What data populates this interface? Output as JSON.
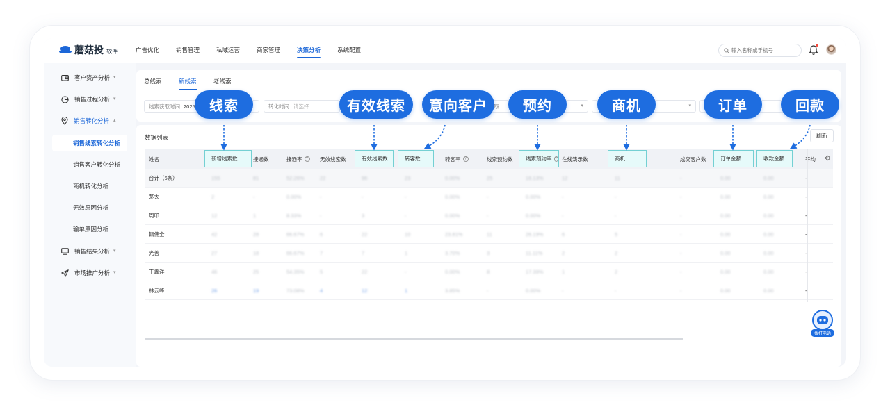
{
  "header": {
    "logo_name": "蘑菇投",
    "logo_sub": "软件",
    "nav": [
      "广告优化",
      "销售管理",
      "私域运营",
      "商家管理",
      "决策分析",
      "系统配置"
    ],
    "search_placeholder": "输入名称或手机号"
  },
  "sidebar": {
    "groups": [
      {
        "label": "客户资产分析",
        "icon": "wallet-icon"
      },
      {
        "label": "销售过程分析",
        "icon": "pie-chart-icon"
      },
      {
        "label": "销售转化分析",
        "icon": "location-pin-icon"
      },
      {
        "label": "销售结果分析",
        "icon": "monitor-icon"
      },
      {
        "label": "市场推广分析",
        "icon": "send-icon"
      }
    ],
    "subitems": [
      "销售线索转化分析",
      "销售客户转化分析",
      "商机转化分析",
      "无效原因分析",
      "输单原因分析"
    ]
  },
  "tabs": [
    "总线索",
    "新线索",
    "老线索"
  ],
  "filters": {
    "f1_label": "线索获取时间",
    "f1_value": "2025",
    "f2_label": "转化时间",
    "f2_placeholder": "请选择",
    "f3_label": "获取"
  },
  "list": {
    "title": "数据列表",
    "refresh": "刷新",
    "columns": [
      "姓名",
      "新增线索数",
      "接通数",
      "接通率",
      "无效线索数",
      "有效线索数",
      "转客数",
      "转客率",
      "线索预约数",
      "线索预约率",
      "在线演示数",
      "商机",
      "成交客户数",
      "订单金额",
      "收款金额",
      "平均"
    ],
    "rows": [
      {
        "name": "合计（6条）",
        "cells": [
          "155",
          "81",
          "52.26%",
          "22",
          "96",
          "23",
          "0.00%",
          "25",
          "16.13%",
          "12",
          "11",
          "-",
          "0.00",
          "0.00",
          "-"
        ]
      },
      {
        "name": "茅太",
        "cells": [
          "2",
          "-",
          "0.00%",
          "-",
          "-",
          "-",
          "0.00%",
          "-",
          "0.00%",
          "-",
          "-",
          "-",
          "0.00",
          "0.00",
          "-"
        ]
      },
      {
        "name": "周印",
        "cells": [
          "12",
          "1",
          "8.33%",
          "-",
          "3",
          "-",
          "0.00%",
          "-",
          "0.00%",
          "-",
          "-",
          "-",
          "0.00",
          "0.00",
          "-"
        ]
      },
      {
        "name": "籍伟全",
        "cells": [
          "42",
          "28",
          "66.67%",
          "6",
          "22",
          "10",
          "23.81%",
          "11",
          "26.19%",
          "6",
          "5",
          "-",
          "0.00",
          "0.00",
          "-"
        ]
      },
      {
        "name": "光善",
        "cells": [
          "27",
          "18",
          "66.67%",
          "7",
          "7",
          "1",
          "3.70%",
          "3",
          "11.11%",
          "2",
          "2",
          "-",
          "0.00",
          "0.00",
          "-"
        ]
      },
      {
        "name": "王鑫洋",
        "cells": [
          "46",
          "25",
          "54.35%",
          "5",
          "22",
          "-",
          "0.00%",
          "8",
          "17.39%",
          "1",
          "2",
          "-",
          "0.00",
          "0.00",
          "-"
        ]
      },
      {
        "name": "林云峰",
        "cells": [
          "26",
          "19",
          "73.08%",
          "4",
          "12",
          "1",
          "3.85%",
          "-",
          "0.00%",
          "-",
          "-",
          "-",
          "0.00",
          "0.00",
          "-"
        ]
      }
    ]
  },
  "callouts": [
    "线索",
    "有效线索",
    "意向客户",
    "预约",
    "商机",
    "订单",
    "回款"
  ],
  "bot_label": "拨打电话",
  "colors": {
    "accent": "#1e6de0",
    "highlight_border": "#74d0d3",
    "highlight_bg": "#e6fafa"
  }
}
